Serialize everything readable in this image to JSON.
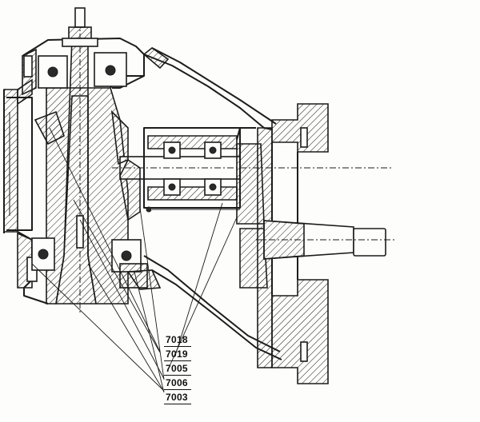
{
  "part_numbers": [
    "7018",
    "7019",
    "7005",
    "7006",
    "7003"
  ],
  "colors": {
    "ink": "#1c1c1c",
    "paper": "#fdfdfb"
  }
}
